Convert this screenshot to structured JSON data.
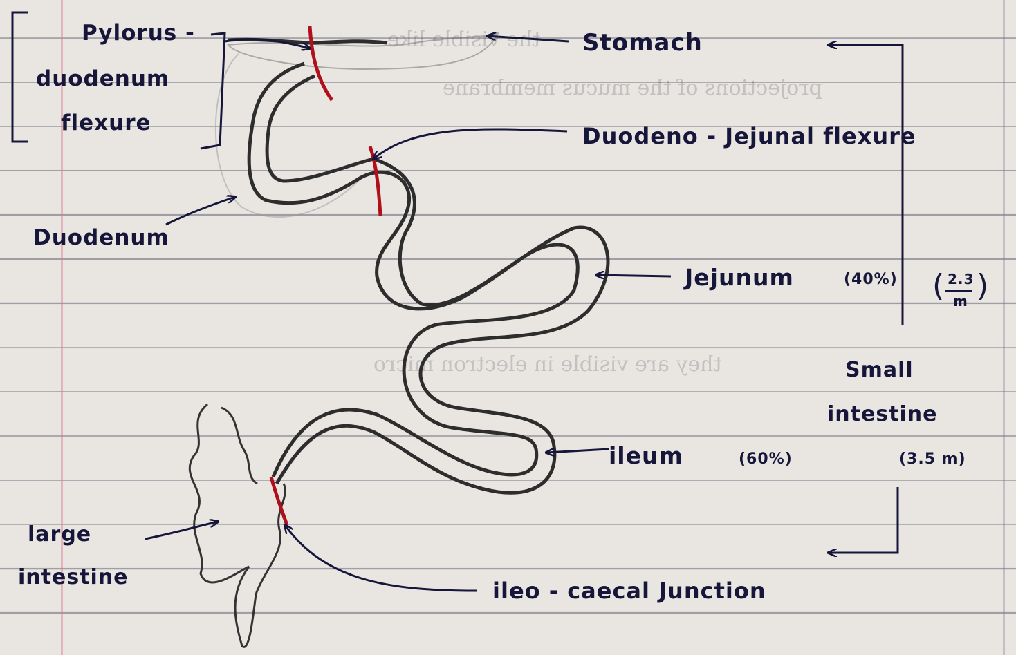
{
  "labels": {
    "pylorus_line1": "Pylorus -",
    "pylorus_line2": "duodenum",
    "pylorus_line3": "flexure",
    "stomach": "Stomach",
    "duodeno_jejunal": "Duodeno - Jejunal flexure",
    "duodenum": "Duodenum",
    "jejunum": "Jejunum",
    "jejunum_pct": "(40%)",
    "jejunum_len_num": "2.3",
    "jejunum_len_unit": "m",
    "small_intestine_1": "Small",
    "small_intestine_2": "intestine",
    "ileum": "ileum",
    "ileum_pct": "(60%)",
    "small_len": "(3.5 m)",
    "large_intestine_1": "large",
    "large_intestine_2": "intestine",
    "ileocaecal": "ileo - caecal Junction"
  },
  "colors": {
    "ink": "#16163a",
    "pencil": "#2d2d2d",
    "red_marker": "#b0101a"
  }
}
